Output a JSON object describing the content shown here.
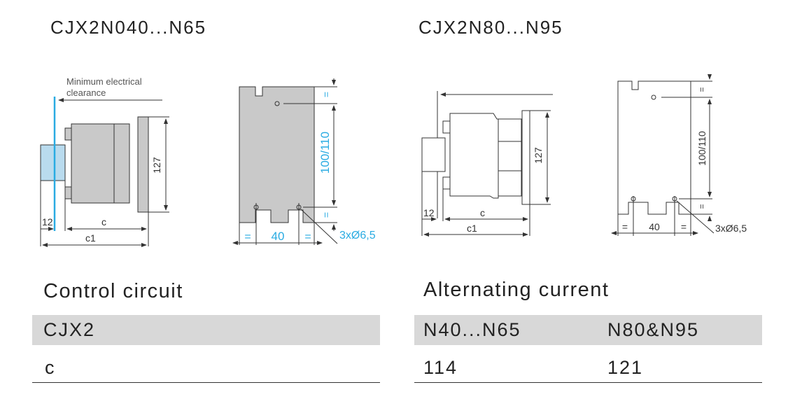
{
  "titles": {
    "left": "CJX2N040...N65",
    "right": "CJX2N80...N95"
  },
  "drawing_left": {
    "clearance_line1": "Minimum electrical",
    "clearance_line2": "clearance",
    "height": "127",
    "dim_12": "12",
    "dim_c": "c",
    "dim_c1": "c1",
    "spacing": "100/110",
    "equal": "=",
    "equal_v": "=",
    "width": "40",
    "holes": "3xØ6,5"
  },
  "drawing_right": {
    "height": "127",
    "dim_12": "12",
    "dim_c": "c",
    "dim_c1": "c1",
    "spacing": "100/110",
    "equal": "=",
    "equal_v": "=",
    "width": "40",
    "holes": "3xØ6,5"
  },
  "colors": {
    "accent": "#29abe2",
    "header_bg": "#d8d8d8"
  },
  "left_table": {
    "heading": "Control circuit",
    "header": "CJX2",
    "row_label": "c"
  },
  "right_table": {
    "heading": "Alternating current",
    "headers": [
      "N40...N65",
      "N80&N95"
    ],
    "values": [
      "114",
      "121"
    ]
  }
}
